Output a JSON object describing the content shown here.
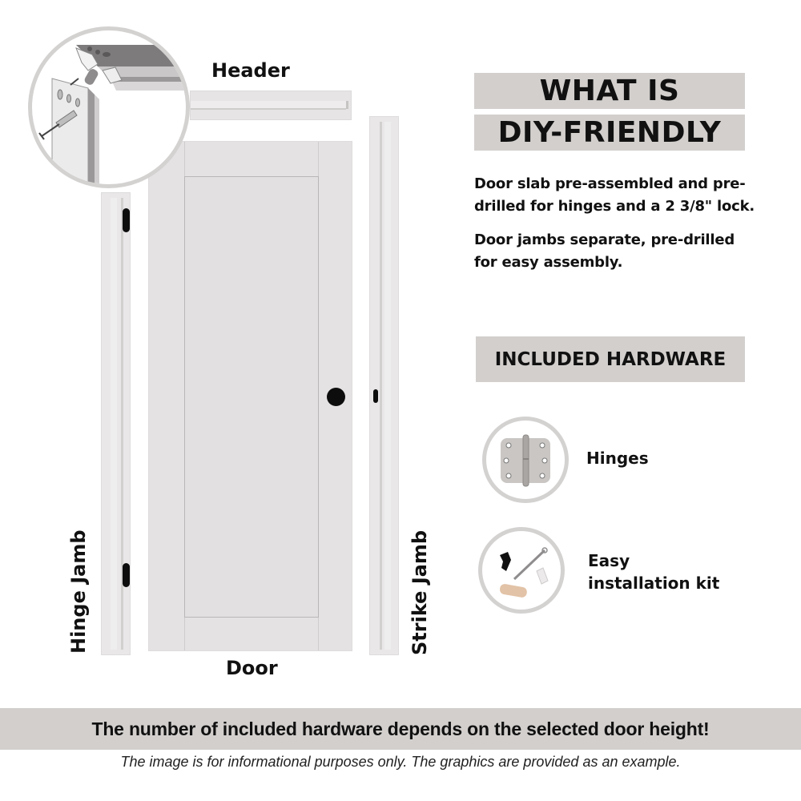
{
  "diagram": {
    "labels": {
      "header": "Header",
      "door": "Door",
      "hinge_jamb": "Hinge Jamb",
      "strike_jamb": "Strike Jamb"
    },
    "detail_callout": "header-to-jamb-assembly-detail"
  },
  "info": {
    "title_line1": "WHAT IS",
    "title_line2": "DIY-FRIENDLY",
    "paragraphs": [
      [
        "Door slab pre-assembled and pre-",
        "drilled for hinges and a 2 3/8\" lock."
      ],
      [
        "Door jambs separate, pre-drilled",
        "for easy assembly."
      ]
    ]
  },
  "hardware": {
    "title": "INCLUDED HARDWARE",
    "items": [
      {
        "icon": "hinge-icon",
        "label_line1": "Hinges",
        "label_line2": ""
      },
      {
        "icon": "installation-kit-icon",
        "label_line1": "Easy",
        "label_line2": "installation kit"
      }
    ]
  },
  "footer": {
    "notice": "The number of included hardware depends on the selected door height!",
    "disclaimer": "The image is for informational purposes only. The graphics are provided as an example."
  },
  "colors": {
    "banner_bg": "#d2cfcd",
    "circle_border": "#d4d2d1",
    "text": "#111111",
    "door_fill": "#e4e2e3",
    "hardware_black": "#0d0d0d"
  }
}
